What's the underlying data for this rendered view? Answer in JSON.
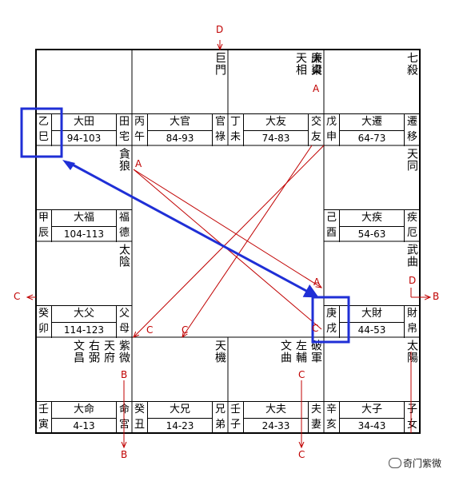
{
  "palaces": {
    "si": {
      "stars": [],
      "stem": "乙巳",
      "dazhi": "大田",
      "age": "94-103",
      "palace": "田宅"
    },
    "wu": {
      "stars": [
        "巨門"
      ],
      "stem": "丙午",
      "dazhi": "大官",
      "age": "84-93",
      "palace": "官祿"
    },
    "wei": {
      "stars": [
        "廉貞",
        "天相"
      ],
      "stem": "丁未",
      "dazhi": "大友",
      "age": "74-83",
      "palace": "交友"
    },
    "shen": {
      "stars": [
        "天梁"
      ],
      "sihua": "A",
      "stem": "戊申",
      "dazhi": "大遷",
      "age": "64-73",
      "palace": "遷移"
    },
    "chen": {
      "stars": [
        "貪狼"
      ],
      "sihua": "A",
      "stem": "甲辰",
      "dazhi": "大福",
      "age": "104-113",
      "palace": "福德"
    },
    "you": {
      "stars": [
        "七殺"
      ],
      "stem": "己酉",
      "dazhi": "大疾",
      "age": "54-63",
      "palace": "疾厄"
    },
    "mao": {
      "stars": [
        "太陰"
      ],
      "stem": "癸卯",
      "dazhi": "大父",
      "age": "114-123",
      "palace": "父母"
    },
    "xu": {
      "stars": [
        "天同"
      ],
      "stem": "庚戌",
      "dazhi": "大財",
      "age": "44-53",
      "palace": "財帛"
    },
    "yin": {
      "stars": [
        "紫微",
        "天府",
        "右弼",
        "文昌"
      ],
      "sihua": "B",
      "stem": "壬寅",
      "dazhi": "大命",
      "age": "4-13",
      "palace": "命宮"
    },
    "chou": {
      "stars": [
        "天機"
      ],
      "stem": "癸丑",
      "dazhi": "大兄",
      "age": "14-23",
      "palace": "兄弟"
    },
    "zi": {
      "stars": [
        "破軍",
        "左輔",
        "文曲"
      ],
      "sihua": "C",
      "stem": "壬子",
      "dazhi": "大夫",
      "age": "24-33",
      "palace": "夫妻"
    },
    "hai": {
      "stars": [
        "太陽"
      ],
      "stem": "辛亥",
      "dazhi": "大子",
      "age": "34-43",
      "palace": "子女"
    }
  },
  "wuqu": {
    "star": "武曲",
    "sihua": "D"
  },
  "markers": {
    "top": "D",
    "left": "C",
    "right": "B",
    "bottom_left": "B",
    "bottom_mid": "C",
    "inner_a": "A",
    "inner_c1": "C",
    "inner_c2": "C",
    "inner_c3": "C"
  },
  "watermark": "奇门紫微",
  "colors": {
    "line": "#000000",
    "sihua": "#c00000",
    "highlight": "#1f2fd6"
  }
}
